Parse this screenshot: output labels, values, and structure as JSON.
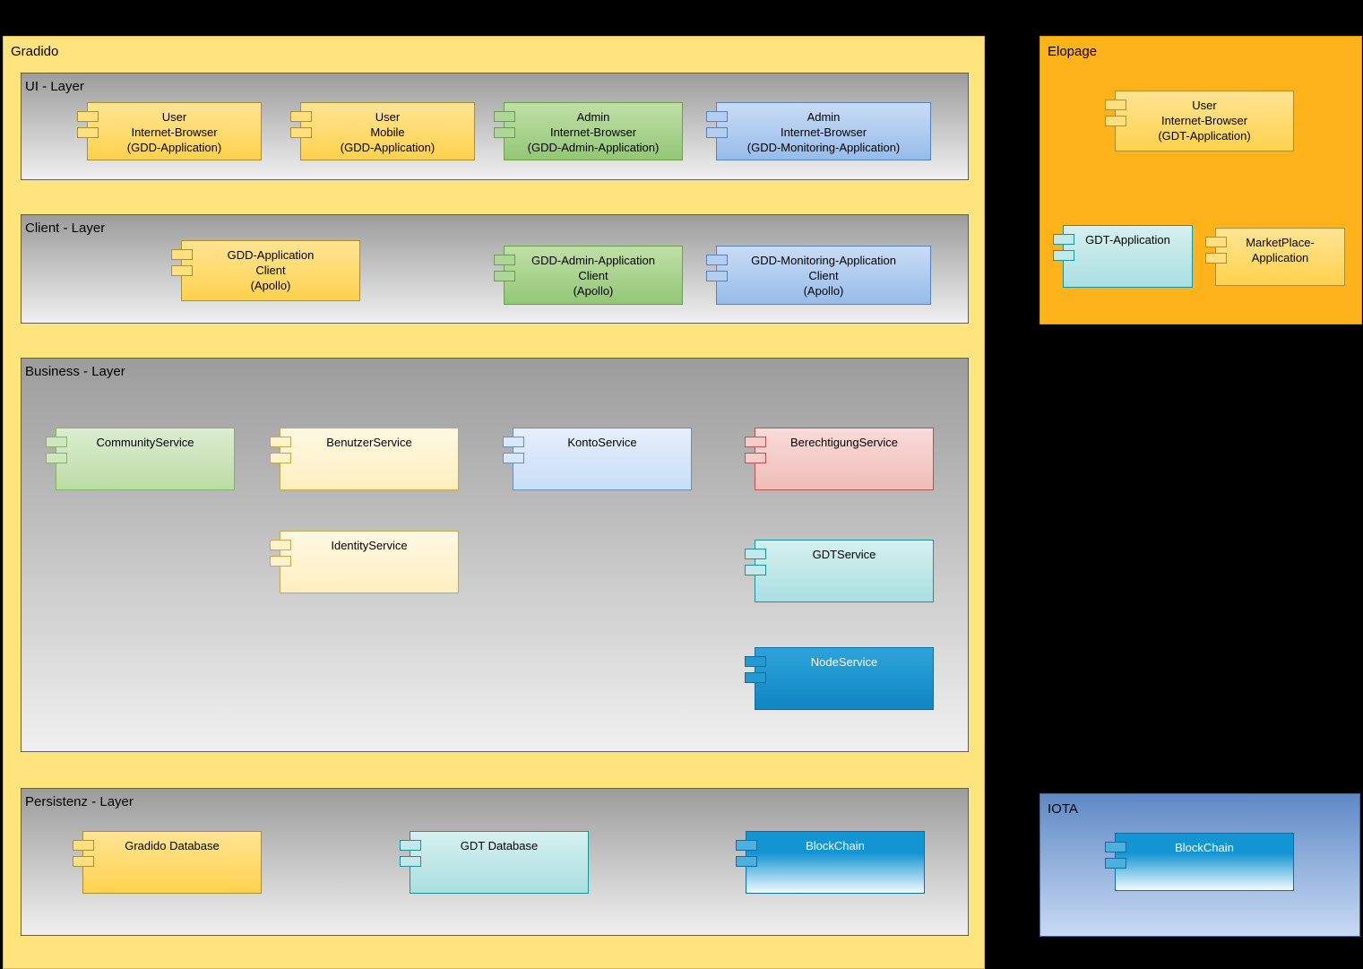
{
  "gradido": {
    "title": "Gradido",
    "ui_layer": {
      "title": "UI - Layer",
      "components": [
        {
          "label": "User\nInternet-Browser\n(GDD-Application)"
        },
        {
          "label": "User\nMobile\n(GDD-Application)"
        },
        {
          "label": "Admin\nInternet-Browser\n(GDD-Admin-Application)"
        },
        {
          "label": "Admin\nInternet-Browser\n(GDD-Monitoring-Application)"
        }
      ]
    },
    "client_layer": {
      "title": "Client - Layer",
      "components": [
        {
          "label": "GDD-Application\nClient\n(Apollo)"
        },
        {
          "label": "GDD-Admin-Application\nClient\n(Apollo)"
        },
        {
          "label": "GDD-Monitoring-Application\nClient\n(Apollo)"
        }
      ]
    },
    "business_layer": {
      "title": "Business - Layer",
      "components": [
        {
          "label": "CommunityService"
        },
        {
          "label": "BenutzerService"
        },
        {
          "label": "KontoService"
        },
        {
          "label": "BerechtigungService"
        },
        {
          "label": "IdentityService"
        },
        {
          "label": "GDTService"
        },
        {
          "label": "NodeService"
        }
      ]
    },
    "persistenz_layer": {
      "title": "Persistenz - Layer",
      "components": [
        {
          "label": "Gradido Database"
        },
        {
          "label": "GDT Database"
        },
        {
          "label": "BlockChain"
        }
      ]
    }
  },
  "elopage": {
    "title": "Elopage",
    "components": [
      {
        "label": "User\nInternet-Browser\n(GDT-Application)"
      },
      {
        "label": "GDT-Application"
      },
      {
        "label": "MarketPlace-\nApplication"
      }
    ]
  },
  "iota": {
    "title": "IOTA",
    "components": [
      {
        "label": "BlockChain"
      }
    ]
  },
  "colors": {
    "background": "#000000",
    "gradido_container": "#FFE47E",
    "elopage_container": "#FFB31A",
    "iota_container_top": "#5E89C6",
    "iota_container_bottom": "#C9DAF3",
    "layer_gray_top": "#9C9C9C",
    "layer_gray_bottom": "#F0F0F0",
    "component_yellow": "#FFD966",
    "component_cream": "#FFF2CC",
    "component_green": "#A9D18E",
    "component_blue": "#9FC5E8",
    "component_blue_pale": "#DAE8FC",
    "component_pink": "#F4CCCC",
    "component_teal": "#B0E3E6",
    "component_bright_blue": "#1699D6"
  }
}
